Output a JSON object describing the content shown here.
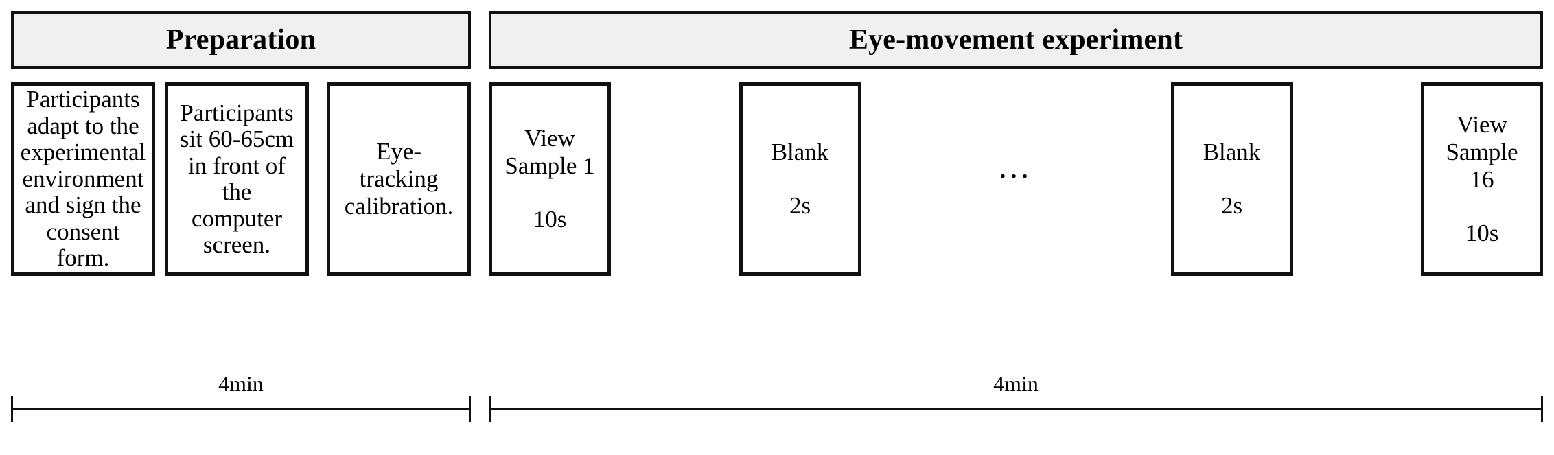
{
  "figure": {
    "type": "experiment-procedure-flowchart",
    "colors": {
      "header_fill": "#f0f0f0",
      "border": "#111111",
      "box_fill": "#ffffff",
      "text": "#000000"
    }
  },
  "panels": [
    {
      "id": "preparation",
      "header": "Preparation",
      "steps": [
        {
          "text": "Participants adapt to the experimental environment and sign the consent form.",
          "duration": ""
        },
        {
          "text": "Participants sit 60-65cm in front of the computer screen.",
          "duration": ""
        },
        {
          "text": "Eye-tracking calibration.",
          "duration": ""
        }
      ],
      "scale": {
        "label": "4min"
      }
    },
    {
      "id": "eye-movement-experiment",
      "header": "Eye-movement experiment",
      "steps": [
        {
          "text": "View Sample 1",
          "duration": "10s"
        },
        {
          "text": "Blank",
          "duration": "2s"
        },
        {
          "text": "Blank",
          "duration": "2s"
        },
        {
          "text": "View Sample 16",
          "duration": "10s"
        }
      ],
      "ellipsis": "…",
      "scale": {
        "label": "4min"
      }
    }
  ]
}
